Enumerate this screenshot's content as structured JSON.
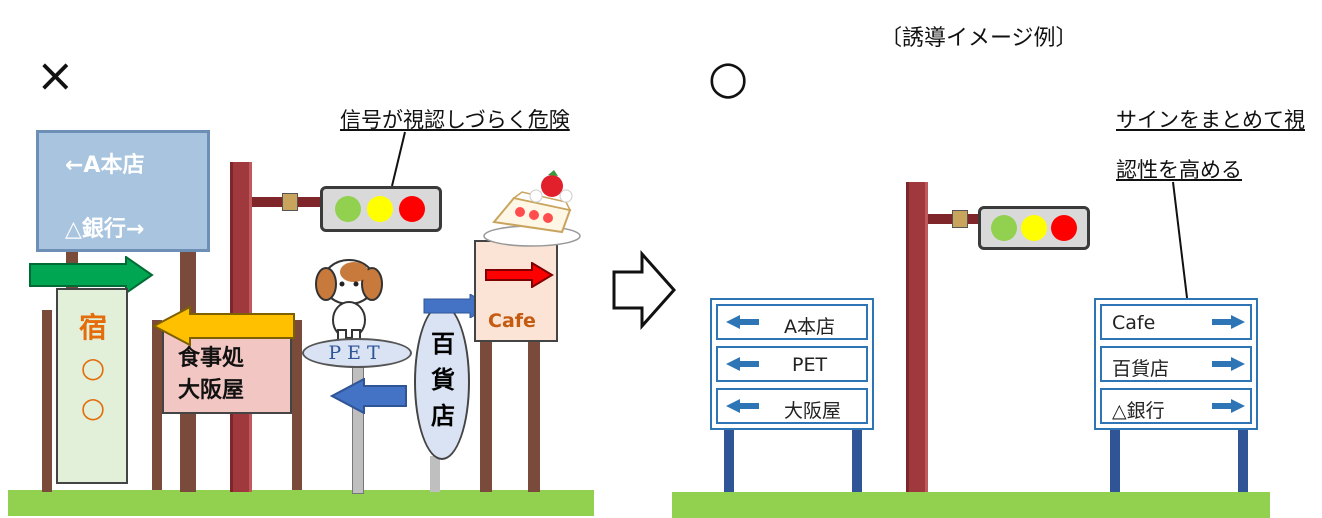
{
  "title": "〔誘導イメージ例〕",
  "bad": {
    "mark": "×",
    "note": "信号が視認しづらく危険",
    "billboard": {
      "line1": "←A本店",
      "line2": "△銀行→"
    },
    "vertical_sign": {
      "chars": "宿○○"
    },
    "restaurant_sign": {
      "line1": "食事処",
      "line2": "大阪屋"
    },
    "pet_sign": {
      "label": "PET"
    },
    "oval_sign": {
      "chars": "百貨店"
    },
    "cafe_sign": {
      "label": "Cafe"
    },
    "lamp_colors": [
      "#92d050",
      "#ffff00",
      "#ff0000"
    ]
  },
  "arrow_symbol": "⇨",
  "good": {
    "mark": "○",
    "note_line1": "サインをまとめて視",
    "note_line2": "認性を高める",
    "left_sign": [
      "A本店",
      "PET",
      "大阪屋"
    ],
    "right_sign": [
      "Cafe",
      "百貨店",
      "△銀行"
    ],
    "lamp_colors": [
      "#92d050",
      "#ffff00",
      "#ff0000"
    ]
  }
}
